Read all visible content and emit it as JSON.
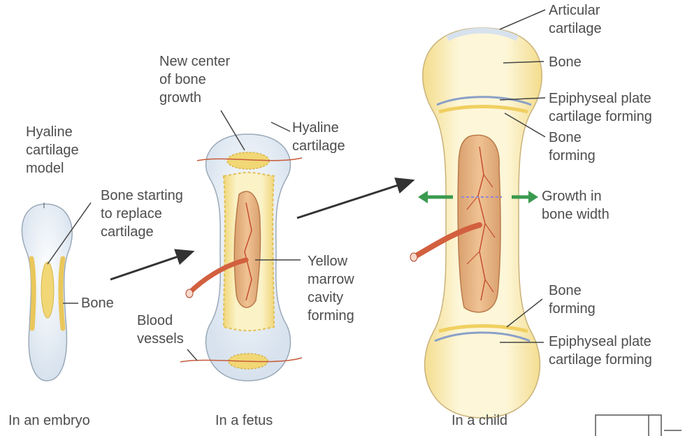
{
  "embryo": {
    "hyaline_model_label": [
      "Hyaline",
      "cartilage",
      "model"
    ],
    "bone_starting_label": [
      "Bone starting",
      "to replace",
      "cartilage"
    ],
    "bone_label": "Bone",
    "caption": "In an embryo"
  },
  "fetus": {
    "new_center_label": [
      "New center",
      "of bone",
      "growth"
    ],
    "hyaline_label": [
      "Hyaline",
      "cartilage"
    ],
    "yellow_marrow_label": [
      "Yellow",
      "marrow",
      "cavity",
      "forming"
    ],
    "blood_vessels_label": [
      "Blood",
      "vessels"
    ],
    "caption": "In a fetus"
  },
  "child": {
    "articular_label": [
      "Articular",
      "cartilage"
    ],
    "bone_label": "Bone",
    "epiphyseal_top_label": [
      "Epiphyseal plate",
      "cartilage forming"
    ],
    "bone_forming_top_label": [
      "Bone",
      "forming"
    ],
    "growth_width_label": [
      "Growth in",
      "bone width"
    ],
    "bone_forming_bottom_label": [
      "Bone",
      "forming"
    ],
    "epiphyseal_bottom_label": [
      "Epiphyseal plate",
      "cartilage forming"
    ],
    "caption": "In a child"
  },
  "colors": {
    "cartilage": "#e6edf4",
    "bone": "#f6e39a",
    "marrow": "#e9b483",
    "vessel": "#d2603f",
    "growth_arrow": "#3a9a4f",
    "text": "#4d4d4d"
  }
}
